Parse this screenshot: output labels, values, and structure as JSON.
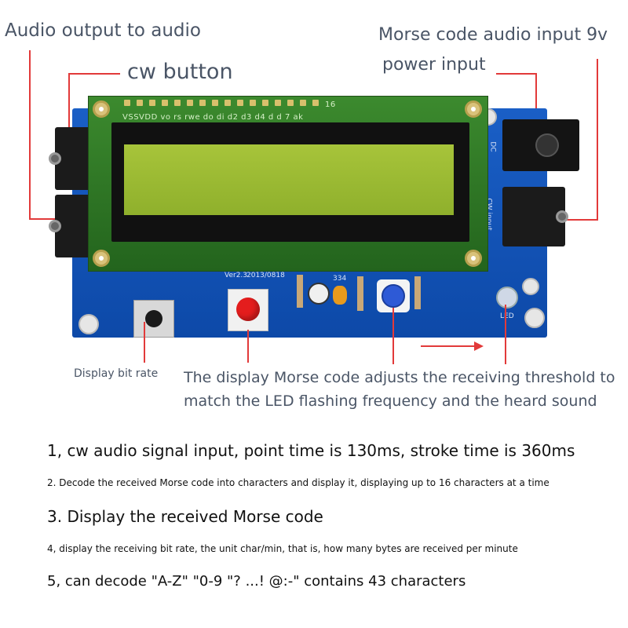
{
  "callouts": {
    "audio_output": "Audio output to audio",
    "cw_button": "cw button",
    "morse_input": "Morse code audio input 9v",
    "power_input": "power input",
    "bit_rate": "Display bit rate",
    "threshold_line1": "The display Morse code adjusts the receiving threshold to",
    "threshold_line2": "match the LED flashing frequency and the heard sound"
  },
  "board_silkscreen": {
    "pin_labels": "VSSVDD vo rs rwe do di d2 d3 d4 d d 7 ak",
    "pin_count": "16",
    "version": "Ver2.3",
    "date": "2013/0818",
    "cap_code": "334",
    "cw_input": "CW input",
    "led_label": "LED"
  },
  "features": [
    "1, cw audio signal input, point time is 130ms, stroke time is 360ms",
    "2. Decode the received Morse code into characters and display it, displaying up to 16 characters at a time",
    "3. Display the received Morse code",
    "4, display the receiving bit rate, the unit char/min, that is, how many bytes are received per minute",
    "5, can decode \"A-Z\" \"0-9 \"? ...! @:-\" contains 43 characters"
  ],
  "colors": {
    "pcb_blue": "#1a5fc6",
    "lcd_green": "#a7c43a",
    "callout_red": "#e23a3a",
    "button_red": "#e41d1d"
  }
}
